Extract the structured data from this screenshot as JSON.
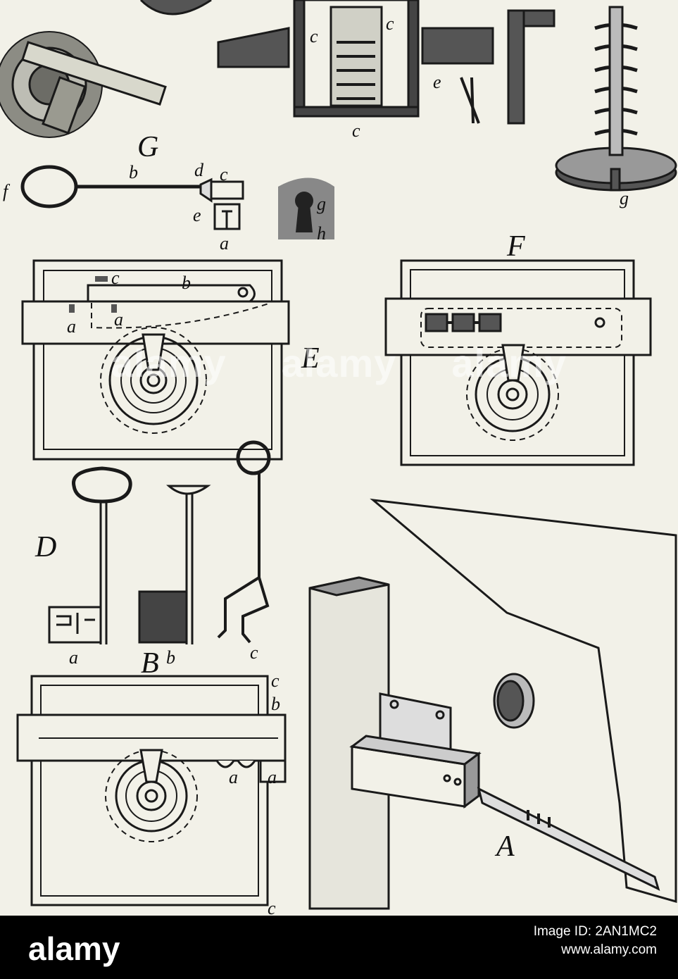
{
  "figures": {
    "G": {
      "title": "G",
      "labels": {
        "f": "f",
        "b": "b",
        "d": "d",
        "c": "c",
        "e": "e",
        "a": "a"
      }
    },
    "keyhole": {
      "labels": {
        "g": "g",
        "h": "h"
      }
    },
    "top": {
      "labels": {
        "c1": "c",
        "c2": "c",
        "c3": "c",
        "e": "e",
        "g": "g"
      }
    },
    "E": {
      "title": "E",
      "labels": {
        "c": "c",
        "b": "b",
        "a1": "a",
        "a2": "a"
      }
    },
    "F": {
      "title": "F"
    },
    "D": {
      "title": "D",
      "labels": {
        "a": "a",
        "b": "b",
        "c": "c"
      }
    },
    "B": {
      "title": "B",
      "labels": {
        "c1": "c",
        "b": "b",
        "a1": "a",
        "a2": "a",
        "c2": "c"
      }
    },
    "A": {
      "title": "A"
    }
  },
  "watermark": [
    "alamy",
    "alamy",
    "alamy"
  ],
  "footer": {
    "logo": "alamy",
    "image_id_label": "Image ID: 2AN1MC2",
    "url": "www.alamy.com"
  }
}
